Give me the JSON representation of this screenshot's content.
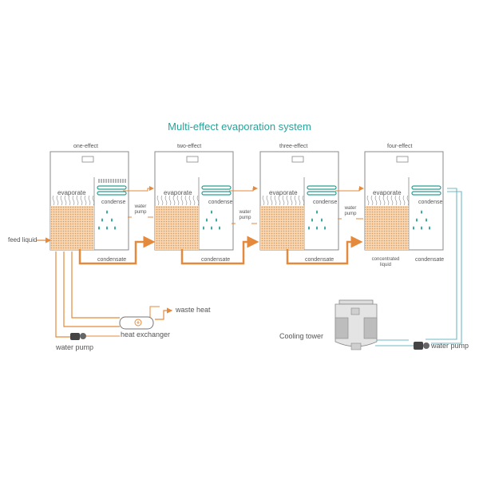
{
  "title": "Multi-effect evaporation system",
  "effects": [
    {
      "name": "one-effect"
    },
    {
      "name": "two-effect"
    },
    {
      "name": "three-effect"
    },
    {
      "name": "four-effect"
    }
  ],
  "labels": {
    "evaporate": "evaporate",
    "condense": "condense",
    "condensate": "condensate",
    "water_pump_small": "water pump",
    "concentrated_liquid": "concentrated liquid",
    "feed_liquid": "feed liquid",
    "waste_heat": "waste heat",
    "heat_exchanger": "heat exchanger",
    "water_pump": "water pump",
    "cooling_tower": "Cooling tower"
  },
  "colors": {
    "title": "#2ba29a",
    "steam_line": "#e58a3c",
    "water_line": "#6fb9c4",
    "tank_outline": "#888888",
    "liquid_fill": "#f2c79b",
    "droplet": "#2a9d95"
  }
}
